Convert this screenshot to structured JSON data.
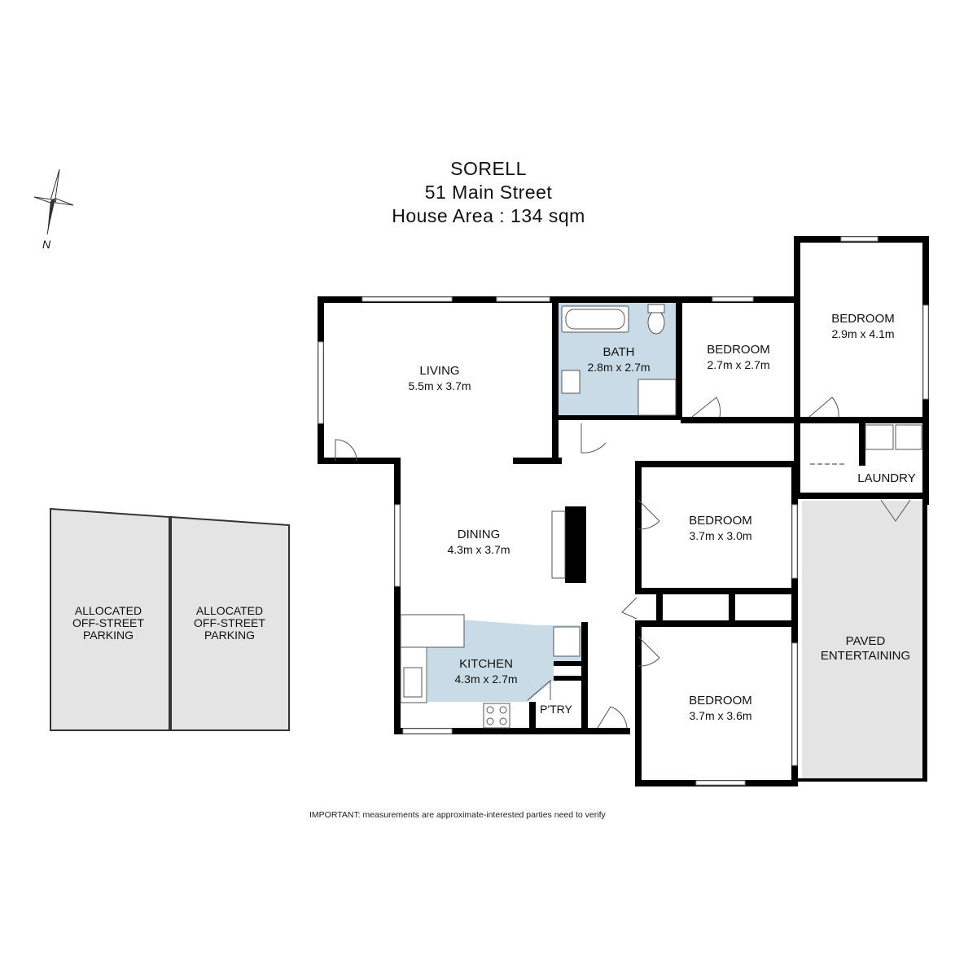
{
  "title": {
    "line1": "SORELL",
    "line2": "51 Main Street",
    "line3": "House Area : 134 sqm"
  },
  "compass": {
    "label": "N"
  },
  "rooms": {
    "living": {
      "name": "LIVING",
      "size": "5.5m x 3.7m"
    },
    "bath": {
      "name": "BATH",
      "size": "2.8m x 2.7m"
    },
    "bedroom_small": {
      "name": "BEDROOM",
      "size": "2.7m x 2.7m"
    },
    "bedroom_ne": {
      "name": "BEDROOM",
      "size": "2.9m x 4.1m"
    },
    "dining": {
      "name": "DINING",
      "size": "4.3m x 3.7m"
    },
    "bedroom_mid": {
      "name": "BEDROOM",
      "size": "3.7m x 3.0m"
    },
    "kitchen": {
      "name": "KITCHEN",
      "size": "4.3m x 2.7m"
    },
    "pantry": {
      "name": "P'TRY"
    },
    "bedroom_se": {
      "name": "BEDROOM",
      "size": "3.7m x 3.6m"
    },
    "laundry": {
      "name": "LAUNDRY"
    },
    "paved": {
      "line1": "PAVED",
      "line2": "ENTERTAINING"
    }
  },
  "parking": [
    {
      "line1": "ALLOCATED",
      "line2": "OFF-STREET",
      "line3": "PARKING"
    },
    {
      "line1": "ALLOCATED",
      "line2": "OFF-STREET",
      "line3": "PARKING"
    }
  ],
  "note": "IMPORTANT: measurements are approximate-interested parties need to verify",
  "colors": {
    "wet_area": "#c8dbe6",
    "paved": "#e4e4e4",
    "parking": "#e4e4e4",
    "wall": "#000000"
  }
}
